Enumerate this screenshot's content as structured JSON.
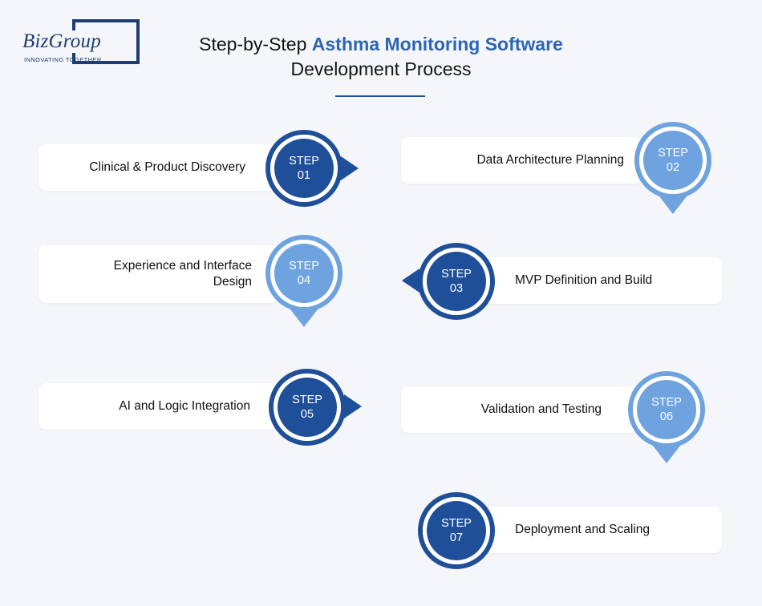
{
  "logo": {
    "name": "BizGroup",
    "tagline": "INNOVATING TOGETHER"
  },
  "title": {
    "prefix": "Step-by-Step ",
    "accent": "Asthma Monitoring Software",
    "line2": "Development Process"
  },
  "colors": {
    "dark": "#1f4f98",
    "light": "#6ea3e0",
    "accent_text": "#2e65b3"
  },
  "steps": [
    {
      "label": "STEP",
      "num": "01",
      "title": "Clinical & Product Discovery",
      "arrow": "right"
    },
    {
      "label": "STEP",
      "num": "02",
      "title": "Data Architecture Planning",
      "arrow": "down"
    },
    {
      "label": "STEP",
      "num": "03",
      "title": "MVP Definition and Build",
      "arrow": "left"
    },
    {
      "label": "STEP",
      "num": "04",
      "title_line1": "Experience and Interface",
      "title_line2": "Design",
      "arrow": "down"
    },
    {
      "label": "STEP",
      "num": "05",
      "title": "AI and Logic Integration",
      "arrow": "right"
    },
    {
      "label": "STEP",
      "num": "06",
      "title": "Validation and Testing",
      "arrow": "down"
    },
    {
      "label": "STEP",
      "num": "07",
      "title": "Deployment and Scaling",
      "arrow": "none"
    }
  ]
}
